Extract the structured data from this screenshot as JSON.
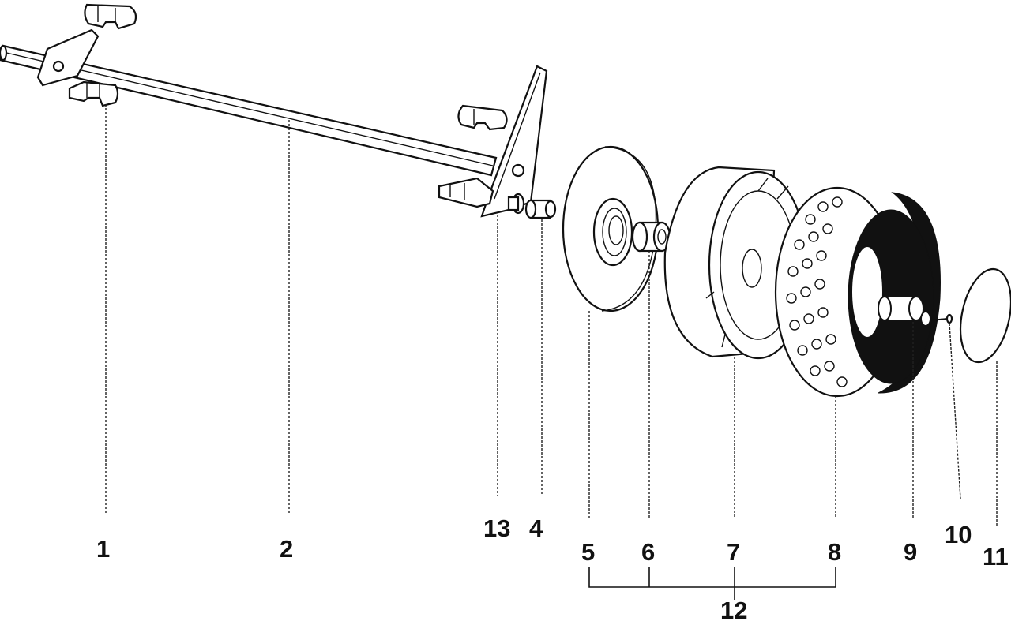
{
  "diagram": {
    "type": "exploded-parts-diagram",
    "colors": {
      "ink": "#111111",
      "background": "#ffffff"
    },
    "labels": {
      "p1": "1",
      "p2": "2",
      "p13": "13",
      "p4": "4",
      "p5": "5",
      "p6": "6",
      "p7": "7",
      "p8": "8",
      "p9": "9",
      "p10": "10",
      "p11": "11",
      "p12": "12"
    }
  }
}
